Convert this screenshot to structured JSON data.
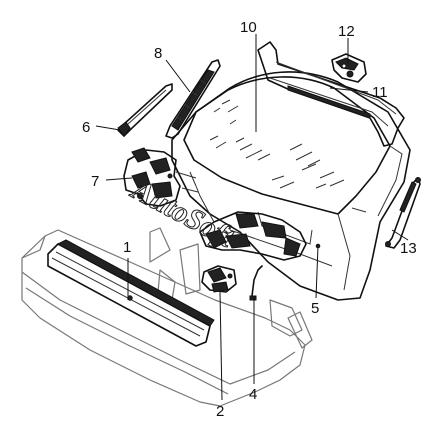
{
  "callouts": {
    "c1": "1",
    "c2": "2",
    "c4": "4",
    "c5": "5",
    "c6": "6",
    "c7": "7",
    "c8": "8",
    "c10": "10",
    "c11": "11",
    "c12": "12",
    "c13": "13"
  },
  "watermark": "AutoSoft"
}
